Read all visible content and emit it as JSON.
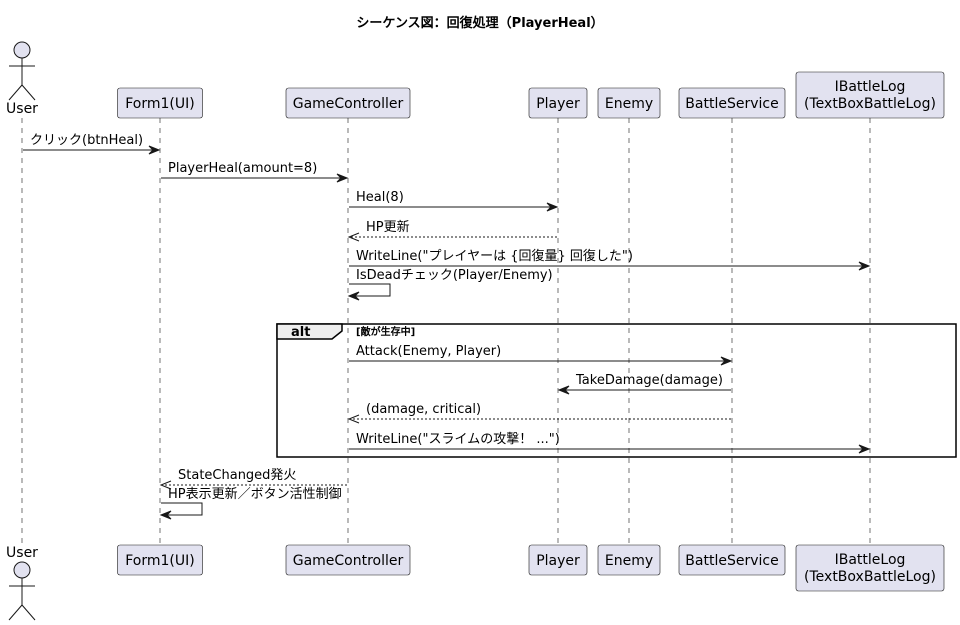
{
  "diagram": {
    "title": "シーケンス図：回復処理（PlayerHeal）",
    "participants": [
      {
        "id": "user",
        "label": "User",
        "kind": "actor"
      },
      {
        "id": "form1",
        "label": "Form1(UI)",
        "kind": "participant"
      },
      {
        "id": "gc",
        "label": "GameController",
        "kind": "participant"
      },
      {
        "id": "player",
        "label": "Player",
        "kind": "participant"
      },
      {
        "id": "enemy",
        "label": "Enemy",
        "kind": "participant"
      },
      {
        "id": "bs",
        "label": "BattleService",
        "kind": "participant"
      },
      {
        "id": "log",
        "label": "IBattleLog\n(TextBoxBattleLog)",
        "kind": "participant"
      }
    ],
    "messages": [
      {
        "from": "user",
        "to": "form1",
        "label": "クリック(btnHeal)",
        "style": "sync"
      },
      {
        "from": "form1",
        "to": "gc",
        "label": "PlayerHeal(amount=8)",
        "style": "sync"
      },
      {
        "from": "gc",
        "to": "player",
        "label": "Heal(8)",
        "style": "sync"
      },
      {
        "from": "player",
        "to": "gc",
        "label": "HP更新",
        "style": "return"
      },
      {
        "from": "gc",
        "to": "log",
        "label": "WriteLine(\"プレイヤーは {回復量} 回復した\")",
        "style": "sync"
      },
      {
        "from": "gc",
        "to": "gc",
        "label": "IsDeadチェック(Player/Enemy)",
        "style": "self"
      },
      {
        "from": "gc",
        "to": "bs",
        "label": "Attack(Enemy, Player)",
        "style": "sync"
      },
      {
        "from": "bs",
        "to": "player",
        "label": "TakeDamage(damage)",
        "style": "sync"
      },
      {
        "from": "bs",
        "to": "gc",
        "label": "(damage, critical)",
        "style": "return"
      },
      {
        "from": "gc",
        "to": "log",
        "label": "WriteLine(\"スライムの攻撃！ ...\")",
        "style": "sync"
      },
      {
        "from": "gc",
        "to": "form1",
        "label": "StateChanged発火",
        "style": "return"
      },
      {
        "from": "form1",
        "to": "form1",
        "label": "HP表示更新／ボタン活性制御",
        "style": "self"
      }
    ],
    "fragment": {
      "keyword": "alt",
      "condition": "[敵が生存中]",
      "first_message": 6,
      "last_message": 9
    }
  }
}
